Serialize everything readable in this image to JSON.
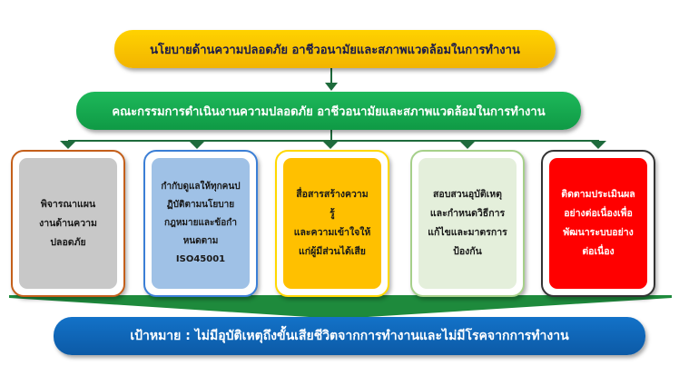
{
  "policy": {
    "text": "นโยบายด้านความปลอดภัย  อาชีวอนามัยและสภาพแวดล้อมในการทำงาน"
  },
  "committee": {
    "text": "คณะกรรมการดำเนินงานความปลอดภัย  อาชีวอนามัยและสภาพแวดล้อมในการทำงาน"
  },
  "boxes": [
    {
      "lines": [
        "พิจารณาแผน",
        "งานด้านความ",
        "ปลอดภัย"
      ]
    },
    {
      "lines": [
        "กำกับดูแลให้ทุกคนป",
        "ฏิบัติตามนโยบาย",
        "กฎหมายและข้อกำ",
        "หนดตาม",
        "ISO45001"
      ]
    },
    {
      "lines": [
        "สื่อสารสร้างความ",
        "รู้",
        "และความเข้าใจให้",
        "แก่ผู้มีส่วนได้เสีย"
      ]
    },
    {
      "lines": [
        "สอบสวนอุบัติเหตุ",
        "และกำหนดวิธีการ",
        "แก้ไขและมาตรการ",
        "ป้องกัน"
      ]
    },
    {
      "lines": [
        "ติดตามประเมินผล",
        "อย่างต่อเนื่องเพื่อ",
        "พัฒนาระบบอย่าง",
        "ต่อเนื่อง"
      ]
    }
  ],
  "goal": {
    "text": "เป้าหมาย : ไม่มีอุบัติเหตุถึงขั้นเสียชีวิตจากการทำงานและไม่มีโรคจากการทำงาน"
  },
  "colors": {
    "connector": "#1e6b3c",
    "funnel": "#1e8a3c"
  }
}
